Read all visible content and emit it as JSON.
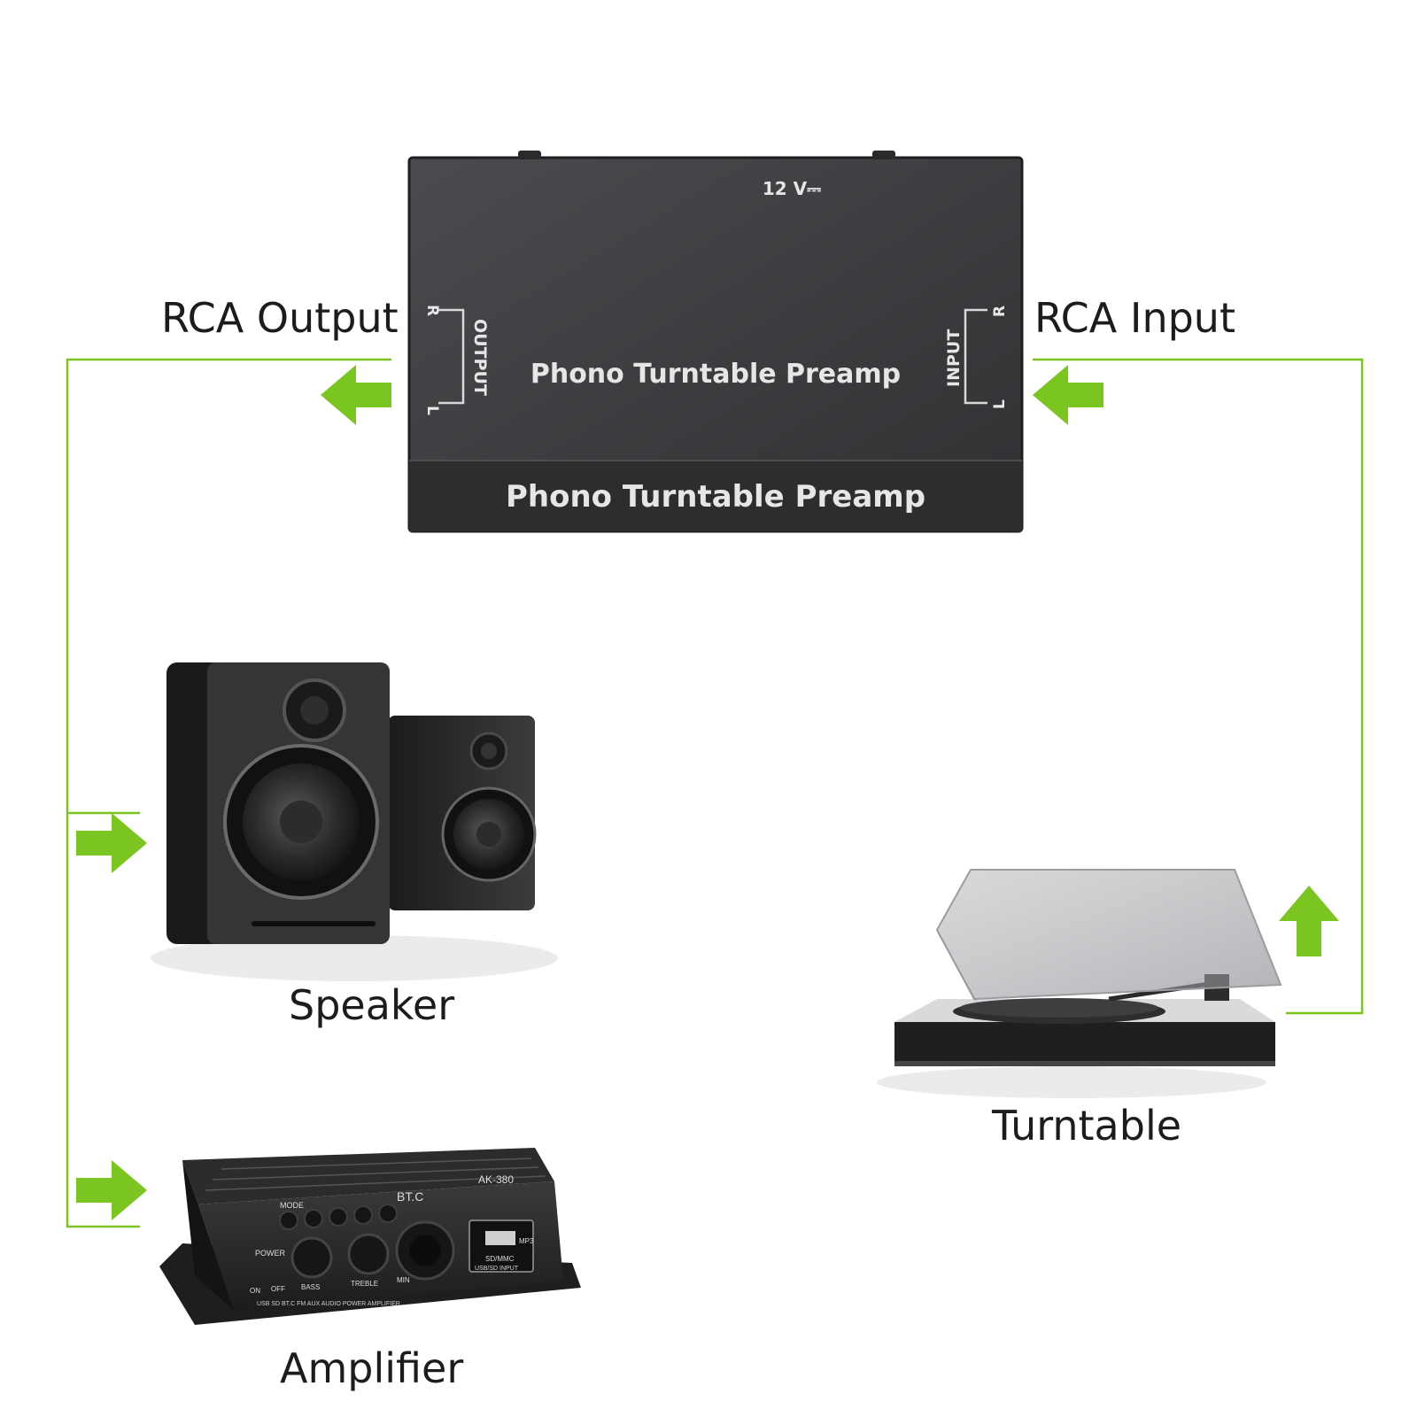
{
  "preamp": {
    "power_label": "12 V⎓",
    "top_text": "Phono Turntable Preamp",
    "front_text": "Phono Turntable Preamp",
    "output_label": "OUTPUT",
    "input_label": "INPUT",
    "right_channel": "R",
    "left_channel": "L"
  },
  "labels": {
    "rca_output": "RCA Output",
    "rca_input": "RCA Input",
    "speaker": "Speaker",
    "amplifier": "Amplifier",
    "turntable": "Turntable"
  },
  "amplifier_panel": {
    "model": "AK-380",
    "bt": "BT.C",
    "mode": "MODE",
    "power": "POWER",
    "bass": "BASS",
    "treble": "TREBLE",
    "min": "MIN",
    "on": "ON",
    "off": "OFF",
    "mp3": "MP3",
    "sd_mmc": "SD/MMC",
    "usb_sd_input": "USB/SD INPUT",
    "bottom_strip": "USB SD BT.C FM AUX AUDIO POWER AMPLIFIER"
  },
  "colors": {
    "connector_green": "#7ac520",
    "device_dark": "#3a3b3d",
    "background": "#ffffff"
  }
}
